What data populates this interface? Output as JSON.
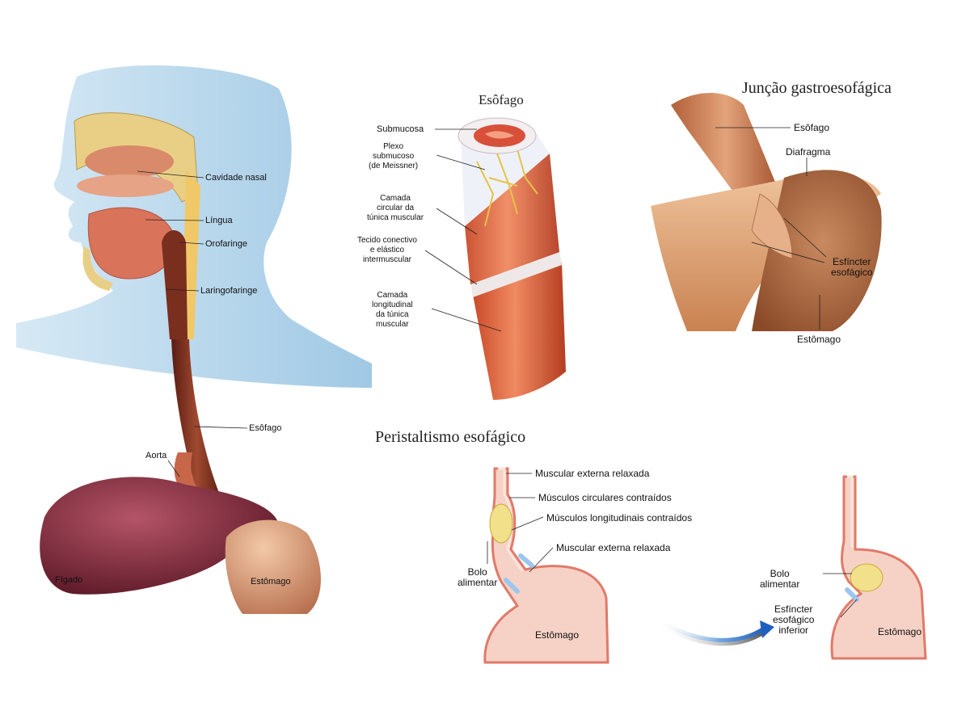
{
  "head": {
    "cavidade_nasal": "Cavidade nasal",
    "lingua": "Língua",
    "orofaringe": "Orofaringe",
    "laringofaringe": "Laringofaringe",
    "esofago": "Esôfago",
    "aorta": "Aorta",
    "figado": "Fígado",
    "estomago": "Estômago"
  },
  "esophagus_section": {
    "title": "Esôfago",
    "submucosa": "Submucosa",
    "plexo": "Plexo\nsubmucoso\n(de Meissner)",
    "camada_circular": "Camada\ncircular da\ntúnica muscular",
    "tecido": "Tecido conectivo\ne elástico\nintermuscular",
    "camada_longitudinal": "Camada\nlongitudinal\nda túnica\nmuscular"
  },
  "junction": {
    "title": "Junção gastroesofágica",
    "esofago": "Esôfago",
    "diafragma": "Diafragma",
    "esfincter": "Esfíncter\nesofágico",
    "estomago": "Estômago"
  },
  "peristalsis": {
    "title": "Peristaltismo esofágico",
    "muscular_relaxada_1": "Muscular externa relaxada",
    "circulares": "Músculos circulares contraídos",
    "longitudinais": "Músculos longitudinais contraídos",
    "muscular_relaxada_2": "Muscular externa relaxada",
    "bolo_1": "Bolo\nalimentar",
    "estomago_1": "Estômago",
    "bolo_2": "Bolo\nalimentar",
    "esfincter_inferior": "Esfíncter\nesofágico\ninferior",
    "estomago_2": "Estômago"
  },
  "colors": {
    "skin_blue": "#a9cde6",
    "muscle": "#d9755a",
    "esophagus_dark": "#7a2e1e",
    "liver": "#7d2a3a",
    "stomach_pink": "#f4c6b8",
    "bolus": "#f2e08a",
    "arrow_blue": "#2f6fc8"
  }
}
